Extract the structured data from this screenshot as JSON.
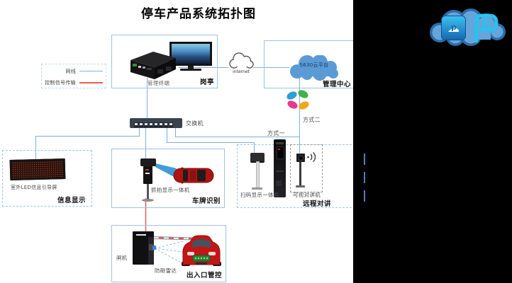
{
  "title": "停车产品系统拓扑图",
  "legend": {
    "network_cable": "网线",
    "control_signal": "控制信号传输"
  },
  "booth": {
    "name": "岗亭",
    "terminal": "管理终端"
  },
  "internet": {
    "name": "internet"
  },
  "management_center": {
    "name": "管理中心",
    "platform": "S630云平台"
  },
  "switch": {
    "name": "交换机"
  },
  "info_display": {
    "name": "信息显示",
    "led_screen": "室外LED信息引导屏"
  },
  "plate_recognition": {
    "name": "车牌识别",
    "camera": "抓拍显示一体机"
  },
  "remote_intercom": {
    "name": "远程对讲",
    "scan_terminal": "扫码显示一体机",
    "video_intercom": "可视对讲机",
    "method_one": "方式一",
    "method_two": "方式二"
  },
  "gate_control": {
    "name": "出入口管控",
    "gate": "闸机",
    "radar": "防砸雷达"
  },
  "logo": {
    "letter": "P"
  },
  "colors": {
    "network_line": "#7fafdf",
    "control_line": "#e85c5c",
    "box_border": "#9dc3e6",
    "platform_cloud": "#5b9bd5",
    "side_panel_background": "#000000",
    "pinwheel": [
      "#2b9fd8",
      "#43b04a",
      "#e23a8e",
      "#f2a71b"
    ]
  }
}
